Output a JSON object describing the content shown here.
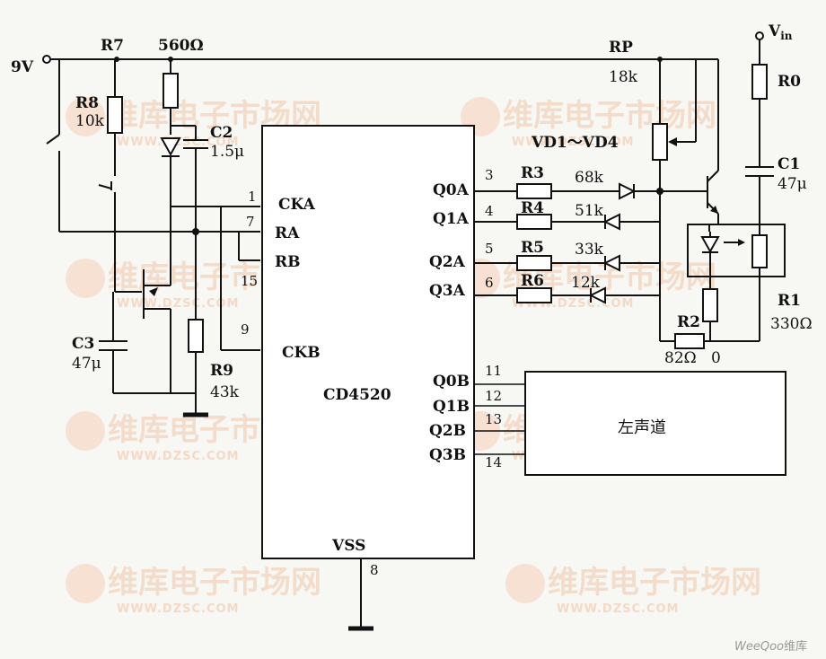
{
  "supply": {
    "vin": "V",
    "vin_sub": "in",
    "nine_v": "9V"
  },
  "components": {
    "r7": "R7",
    "r8": "R8",
    "r8_val": "10k",
    "r560": "560Ω",
    "c2": "C2",
    "c2_val": "1.5μ",
    "c3": "C3",
    "c3_val": "47μ",
    "r9": "R9",
    "r9_val": "43k",
    "rp": "RP",
    "rp_val": "18k",
    "vd": "VD1～VD4",
    "r0": "R0",
    "c1": "C1",
    "c1_val": "47μ",
    "r1": "R1",
    "r1_val": "330Ω",
    "r2": "R2",
    "r2_val": "82Ω",
    "zero": "0",
    "r3": "R3",
    "r3_val": "68k",
    "r4": "R4",
    "r4_val": "51k",
    "r5": "R5",
    "r5_val": "33k",
    "r6": "R6",
    "r6_val": "12k"
  },
  "chip": {
    "name": "CD4520",
    "cka": "CKA",
    "ra": "RA",
    "rb": "RB",
    "ckb": "CKB",
    "vss": "VSS",
    "q0a": "Q0A",
    "q1a": "Q1A",
    "q2a": "Q2A",
    "q3a": "Q3A",
    "q0b": "Q0B",
    "q1b": "Q1B",
    "q2b": "Q2B",
    "q3b": "Q3B",
    "p1": "1",
    "p7": "7",
    "p15": "15",
    "p9": "9",
    "p3": "3",
    "p4": "4",
    "p5": "5",
    "p6": "6",
    "p11": "11",
    "p12": "12",
    "p13": "13",
    "p14": "14",
    "p8": "8"
  },
  "left_channel": "左声道",
  "watermark": {
    "text": "维库电子市场网",
    "url": "WWW.DZSC.COM"
  },
  "credit": {
    "brand": "WeeQoo",
    "cn": "维库"
  }
}
